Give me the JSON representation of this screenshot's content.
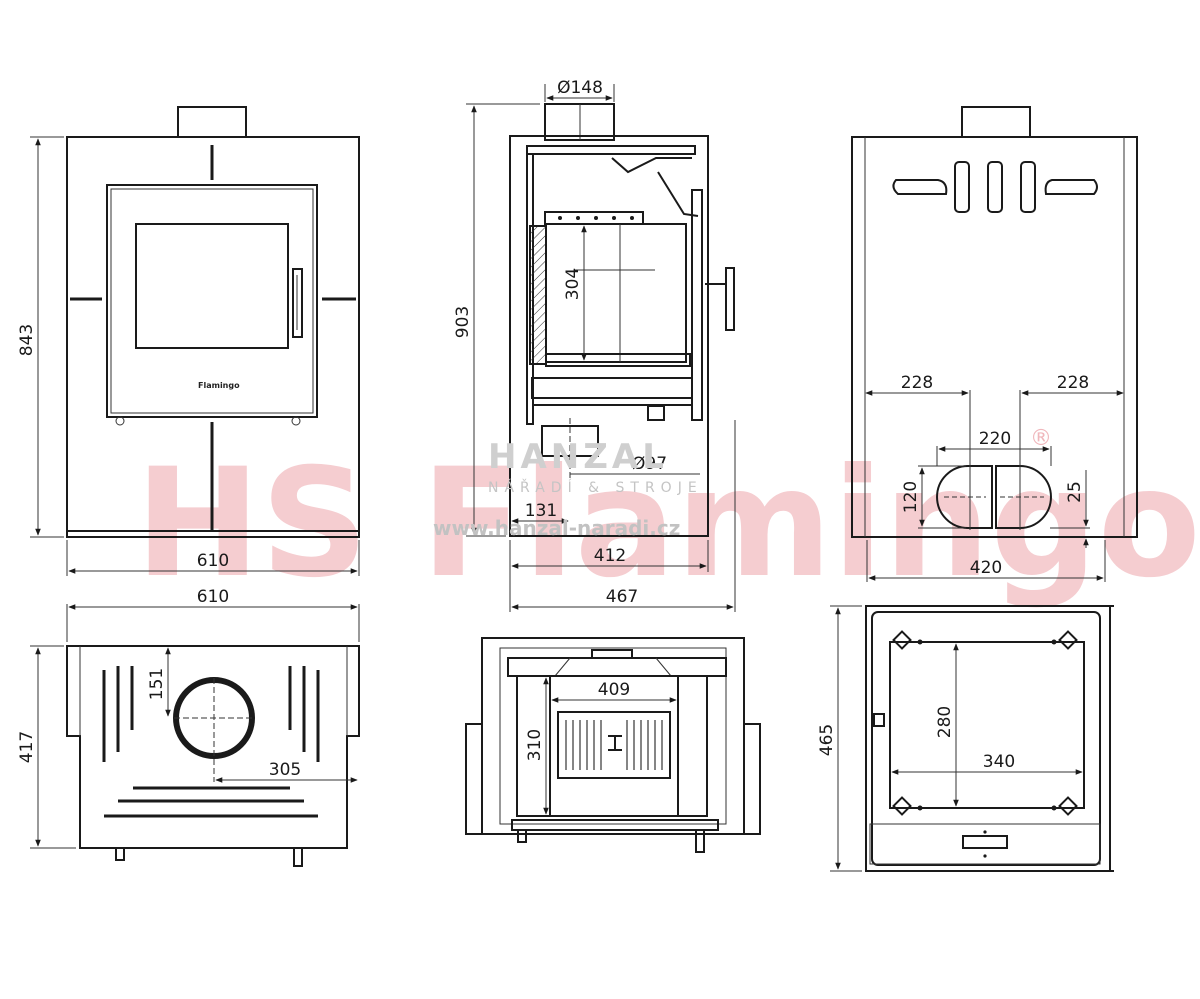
{
  "watermark": {
    "brand": "HS Flamingo",
    "registered": "®",
    "dealer_name": "HANZAL",
    "dealer_tagline": "NÁŘADÍ & STROJE",
    "dealer_url": "www.hanzal-naradi.cz"
  },
  "stove_logo": "Flamingo",
  "front_view": {
    "height": "843",
    "width": "610"
  },
  "side_view": {
    "flue_diameter": "Ø148",
    "height": "903",
    "firebox_height": "304",
    "air_inlet_diameter": "Ø97",
    "inlet_offset": "131",
    "depth_body": "412",
    "depth_total": "467"
  },
  "rear_view": {
    "left_offset": "228",
    "right_offset": "228",
    "outlet_width": "220",
    "outlet_height": "120",
    "outlet_bottom": "25",
    "width": "420"
  },
  "top_view": {
    "width": "610",
    "depth": "417",
    "flue_offset": "151",
    "flue_center": "305"
  },
  "front_section": {
    "firebox_width": "409",
    "firebox_height": "310"
  },
  "bottom_view": {
    "depth": "465",
    "feet_depth": "280",
    "feet_width": "340"
  }
}
